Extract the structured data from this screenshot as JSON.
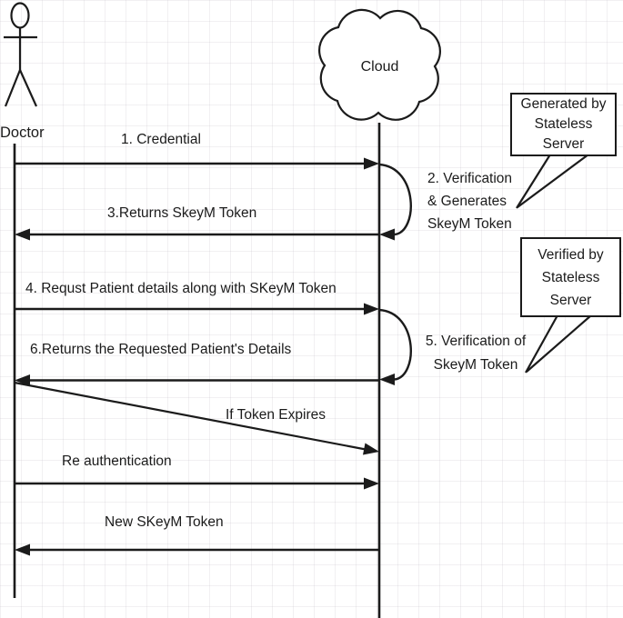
{
  "actors": {
    "doctor": {
      "label": "Doctor"
    },
    "cloud": {
      "label": "Cloud"
    }
  },
  "messages": {
    "m1": {
      "label": "1. Credential"
    },
    "m3": {
      "label": "3.Returns SkeyM Token"
    },
    "m4": {
      "label": "4. Requst Patient details along with SKeyM Token"
    },
    "m6": {
      "label": "6.Returns the Requested Patient's Details"
    },
    "m7": {
      "label": "If Token Expires"
    },
    "m8": {
      "label": "Re authentication"
    },
    "m9": {
      "label": "New SKeyM Token"
    }
  },
  "self_messages": {
    "s2": {
      "lines": [
        "2. Verification",
        "& Generates",
        "SkeyM Token"
      ]
    },
    "s5": {
      "lines": [
        "5. Verification of",
        "SkeyM Token"
      ]
    }
  },
  "callouts": {
    "c1": {
      "lines": [
        "Generated by",
        "Stateless Server"
      ]
    },
    "c2": {
      "lines": [
        "Verified by",
        "Stateless",
        "Server"
      ]
    }
  },
  "colors": {
    "ink": "#1b1b1b",
    "background": "#ffffff"
  }
}
